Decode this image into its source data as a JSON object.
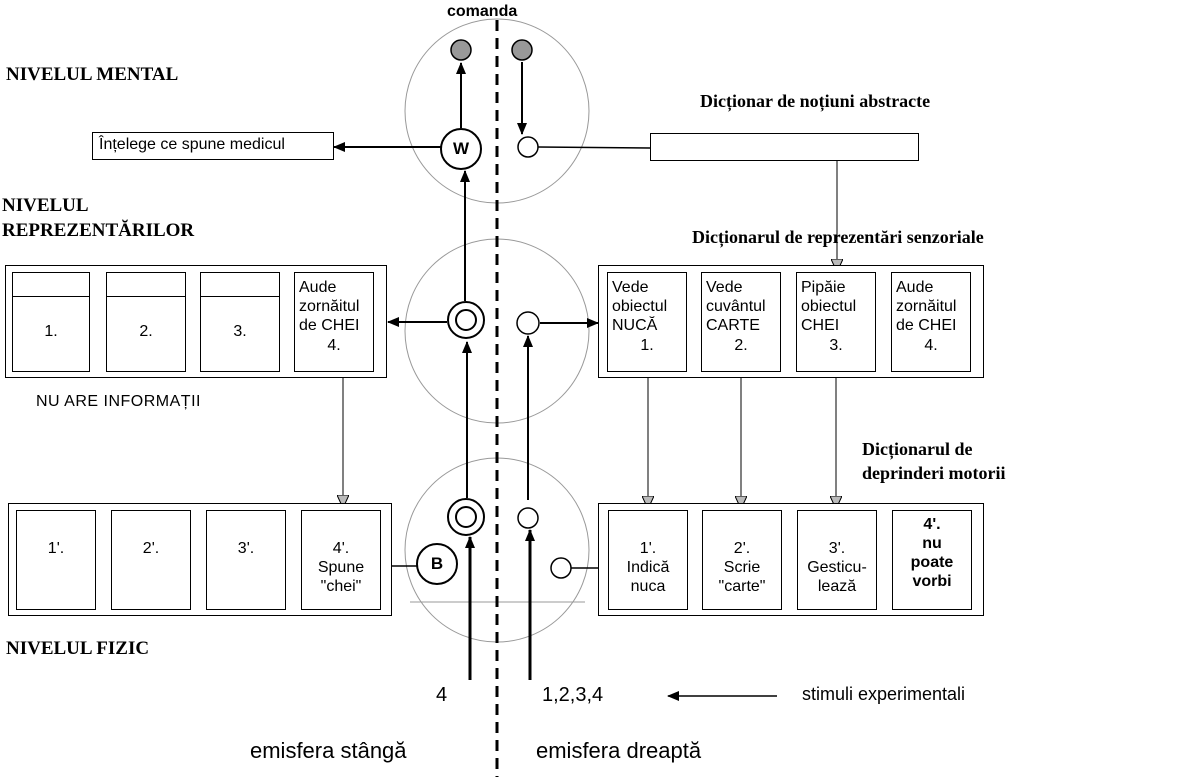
{
  "top_label": "comanda",
  "levels": {
    "mental": "NIVELUL MENTAL",
    "repr_line1": "NIVELUL",
    "repr_line2": "REPREZENTĂRILOR",
    "physical": "NIVELUL FIZIC"
  },
  "mental": {
    "output_box": "Înțelege ce spune medicul",
    "w_node": "W",
    "dictionary_title": "Dicționar de noțiuni abstracte"
  },
  "left_repr": {
    "cells": [
      {
        "line1": "",
        "line2": "1."
      },
      {
        "line1": "",
        "line2": "2."
      },
      {
        "line1": "",
        "line2": "3."
      },
      {
        "lines": [
          "Aude",
          "zornăitul",
          "de CHEI",
          "4."
        ]
      }
    ],
    "note": "NU ARE INFORMAȚII"
  },
  "right_repr": {
    "title": "Dicționarul de reprezentări senzoriale",
    "cells": [
      {
        "lines": [
          "Vede",
          "obiectul",
          "NUCĂ",
          "1."
        ]
      },
      {
        "lines": [
          "Vede",
          "cuvântul",
          "CARTE",
          "2."
        ]
      },
      {
        "lines": [
          "Pipăie",
          "obiectul",
          "CHEI",
          "3."
        ]
      },
      {
        "lines": [
          "Aude",
          "zornăitul",
          "de CHEI",
          "4."
        ]
      }
    ]
  },
  "left_motor": {
    "cells": [
      {
        "lines": [
          "1'."
        ]
      },
      {
        "lines": [
          "2'."
        ]
      },
      {
        "lines": [
          "3'."
        ]
      },
      {
        "lines": [
          "4'.",
          "Spune",
          "\"chei\""
        ]
      }
    ],
    "b_node": "B"
  },
  "right_motor": {
    "title_line1": "Dicționarul de",
    "title_line2": "deprinderi motorii",
    "cells": [
      {
        "lines": [
          "1'.",
          "Indică",
          "nuca"
        ]
      },
      {
        "lines": [
          "2'.",
          "Scrie",
          "\"carte\""
        ]
      },
      {
        "lines": [
          "3'.",
          "Gesticu-",
          "lează"
        ]
      },
      {
        "lines": [
          "4'.",
          "nu",
          "poate",
          "vorbi"
        ],
        "bold": true
      }
    ]
  },
  "stimuli": {
    "left": "4",
    "right": "1,2,3,4",
    "label": "stimuli experimentali"
  },
  "hemispheres": {
    "left": "emisfera stângă",
    "right": "emisfera dreaptă"
  }
}
